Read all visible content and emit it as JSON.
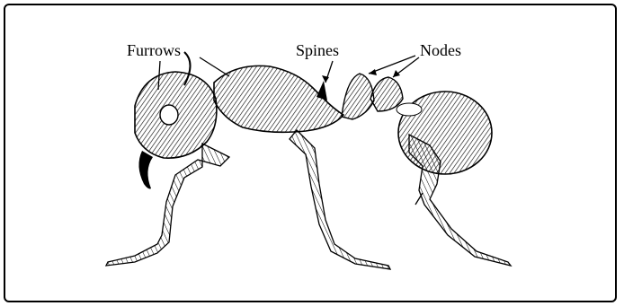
{
  "labels": {
    "furrows": "Furrows",
    "spines": "Spines",
    "nodes": "Nodes"
  },
  "colors": {
    "ink": "#000000",
    "paper": "#ffffff"
  }
}
